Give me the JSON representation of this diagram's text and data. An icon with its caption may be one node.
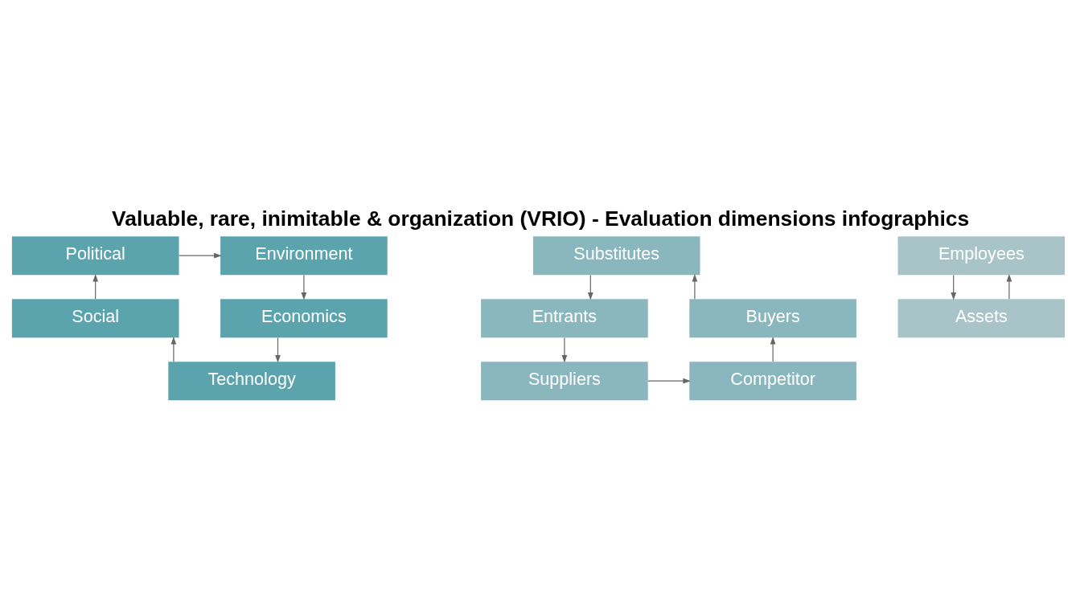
{
  "diagram": {
    "title": "Valuable, rare, inimitable & organization (VRIO) - Evaluation dimensions infographics",
    "nodes": [
      {
        "text": [
          "Political"
        ]
      },
      {
        "text": [
          "Environment"
        ]
      },
      {
        "text": [
          "Substitutes"
        ]
      },
      {
        "text": [
          "Buyers"
        ]
      },
      {
        "text": [
          "Entrants"
        ]
      },
      {
        "text": [
          "Employees"
        ]
      },
      {
        "text": [
          "Assets"
        ]
      },
      {
        "text": [
          "Social"
        ]
      },
      {
        "text": [
          "Economics"
        ]
      },
      {
        "text": [
          "Competitor"
        ]
      },
      {
        "text": [
          "Suppliers"
        ]
      },
      {
        "text": [
          "Technology"
        ]
      }
    ],
    "edges": [
      {
        "from": 0,
        "to": 1,
        "arrow": "to"
      },
      {
        "from": 1,
        "to": 8,
        "arrow": "to"
      },
      {
        "from": 8,
        "to": 11,
        "arrow": "to"
      },
      {
        "from": 11,
        "to": 7,
        "arrow": "to"
      },
      {
        "from": 7,
        "to": 0,
        "arrow": "to"
      },
      {
        "from": 3,
        "to": 2,
        "arrow": "to"
      },
      {
        "from": 2,
        "to": 4,
        "arrow": "to"
      },
      {
        "from": 4,
        "to": 10,
        "arrow": "to"
      },
      {
        "from": 10,
        "to": 9,
        "arrow": "to"
      },
      {
        "from": 9,
        "to": 3,
        "arrow": "to"
      },
      {
        "from": 5,
        "to": 6,
        "arrow": "to"
      },
      {
        "from": 6,
        "to": 5,
        "arrow": "to"
      }
    ]
  }
}
